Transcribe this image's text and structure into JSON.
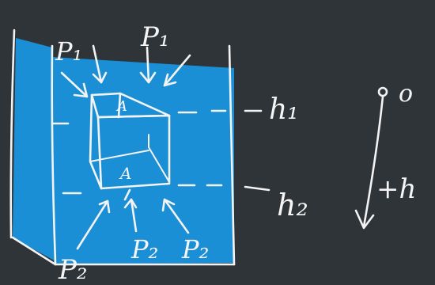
{
  "diagram": {
    "colors": {
      "board": "#2f3438",
      "water": "#1b8fd6",
      "chalk": "#f3f3f3"
    },
    "labels": {
      "p1_left": "P₁",
      "p1_top": "P₁",
      "face_top": "A",
      "face_bottom": "A",
      "level_1": "h₁",
      "level_2": "h₂",
      "origin": "o",
      "direction": "+h",
      "p2_left": "P₂",
      "p2_mid": "P₂",
      "p2_right": "P₂"
    }
  }
}
